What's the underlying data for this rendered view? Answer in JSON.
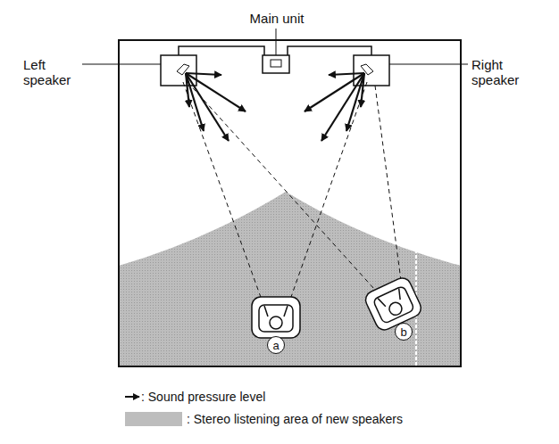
{
  "diagram": {
    "nodes": [
      {
        "text": [
          "a"
        ]
      },
      {
        "text": [
          "b"
        ]
      }
    ],
    "labels": [
      "Main unit",
      "Left speaker",
      "Right speaker"
    ],
    "legend": [
      {
        "text": ": Sound pressure level"
      },
      {
        "text": ": Stereo listening area of new speakers",
        "color": "#bdbdbd"
      }
    ]
  }
}
